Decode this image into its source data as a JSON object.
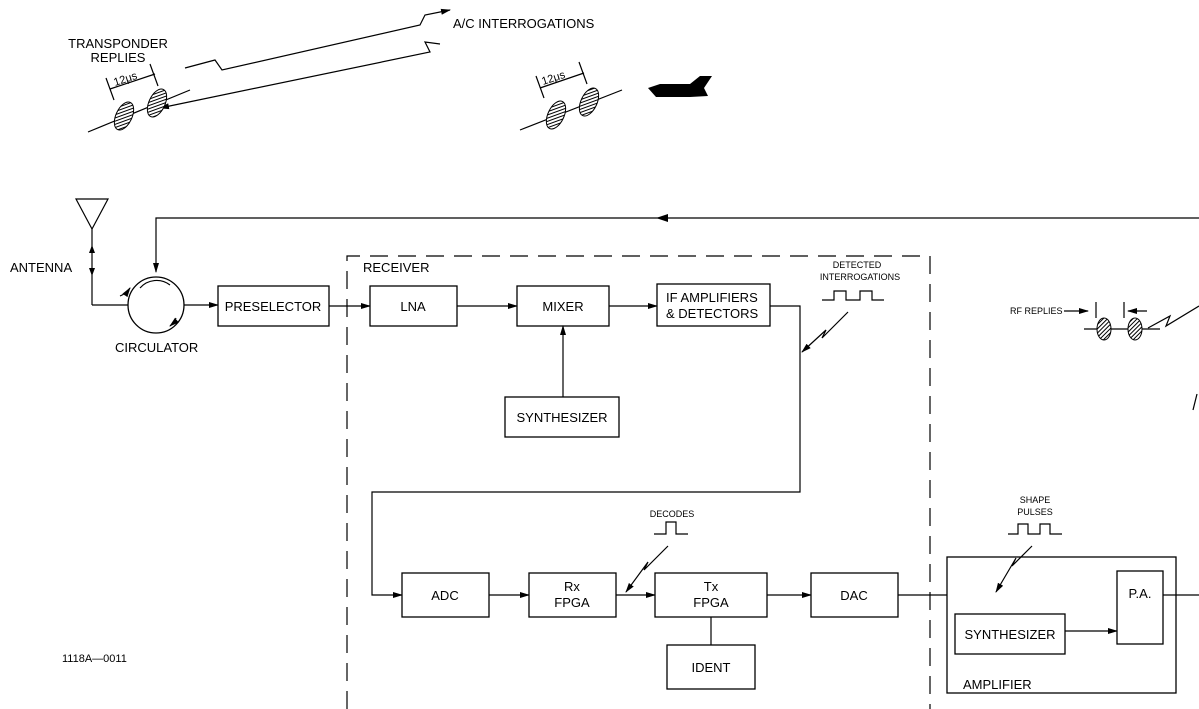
{
  "labels": {
    "transponder_replies_1": "TRANSPONDER",
    "transponder_replies_2": "REPLIES",
    "ac_interrogations": "A/C INTERROGATIONS",
    "pulse_spacing_left": "12μs",
    "pulse_spacing_mid": "12μs",
    "antenna": "ANTENNA",
    "circulator": "CIRCULATOR",
    "receiver": "RECEIVER",
    "detected_1": "DETECTED",
    "detected_2": "INTERROGATIONS",
    "rf_replies": "RF REPLIES",
    "decodes": "DECODES",
    "shape_1": "SHAPE",
    "shape_2": "PULSES",
    "amplifier": "AMPLIFIER",
    "figure_id": "1118A—0011"
  },
  "blocks": {
    "preselector": "PRESELECTOR",
    "lna": "LNA",
    "mixer": "MIXER",
    "if_1": "IF  AMPLIFIERS",
    "if_2": "&  DETECTORS",
    "synth_rx": "SYNTHESIZER",
    "adc": "ADC",
    "rx_1": "Rx",
    "rx_2": "FPGA",
    "tx_1": "Tx",
    "tx_2": "FPGA",
    "dac": "DAC",
    "ident": "IDENT",
    "synth_amp": "SYNTHESIZER",
    "pa": "P.A."
  }
}
